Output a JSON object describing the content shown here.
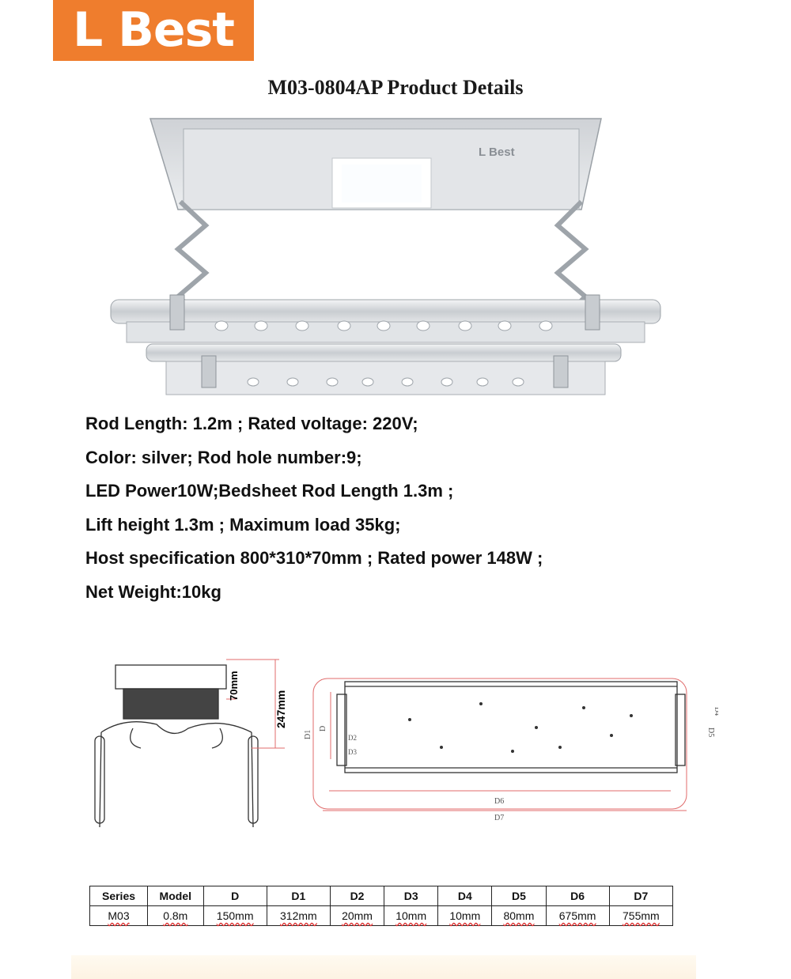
{
  "brand": {
    "logo_text": "L Best",
    "logo_color": "#ef7d2d",
    "device_brand_label": "L Best"
  },
  "title": "M03-0804AP Product Details",
  "specs": [
    "Rod Length: 1.2m ; Rated voltage: 220V;",
    "Color:  silver;  Rod hole number:9;",
    "LED Power10W;Bedsheet Rod Length 1.3m ;",
    "Lift height  1.3m ; Maximum load 35kg;",
    "Host specification  800*310*70mm ; Rated power 148W ;",
    "Net Weight:10kg"
  ],
  "drawing": {
    "dim_height_total": "247mm",
    "dim_height_box": "70mm",
    "labels": [
      "D",
      "D1",
      "D2",
      "D3",
      "D4",
      "D5",
      "D6",
      "D7"
    ],
    "line_color": "#e06b6b"
  },
  "table": {
    "headers": [
      "Series",
      "Model",
      "D",
      "D1",
      "D2",
      "D3",
      "D4",
      "D5",
      "D6",
      "D7"
    ],
    "rows": [
      [
        "M03",
        "0.8m",
        "150mm",
        "312mm",
        "20mm",
        "10mm",
        "10mm",
        "80mm",
        "675mm",
        "755mm"
      ]
    ]
  }
}
